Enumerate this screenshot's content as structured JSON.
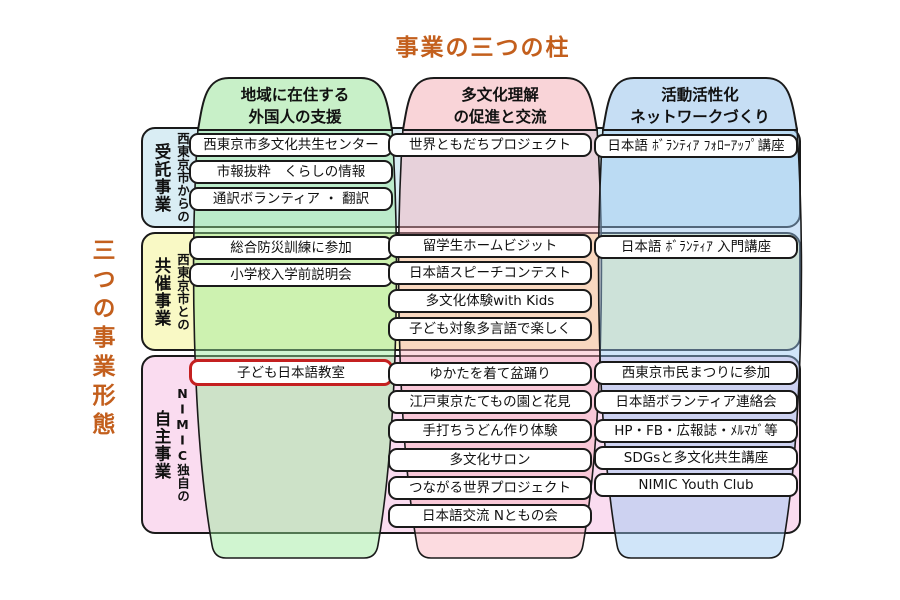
{
  "title": "事業の三つの柱",
  "side_label": "三つの事業形態",
  "colors": {
    "accent_orange": "#c35f1d",
    "highlight_red": "#c42020",
    "row1_band": "#d9edf4",
    "row2_band": "#f9f9c5",
    "row3_band": "#fadcf0",
    "pillar1_header": "#c8f0c8",
    "pillar2_header": "#f9d4d8",
    "pillar3_header": "#c6def4"
  },
  "pillars": [
    {
      "line1": "地域に在住する",
      "line2": "外国人の支援"
    },
    {
      "line1": "多文化理解",
      "line2": "の促進と交流"
    },
    {
      "line1": "活動活性化",
      "line2": "ネットワークづくり"
    }
  ],
  "rows": [
    {
      "label_small": "西東京市からの",
      "label_big": "受託事業",
      "col1": [
        "西東京市多文化共生センター",
        "市報抜粋　くらしの情報",
        "通訳ボランティア ・ 翻訳"
      ],
      "col2": [
        "世界ともだちプロジェクト"
      ],
      "col3": [
        "日本語 ﾎﾞﾗﾝﾃｨｱ ﾌｫﾛｰｱｯﾌﾟ講座"
      ]
    },
    {
      "label_small": "西東京市との",
      "label_big": "共催事業",
      "col1": [
        "総合防災訓練に参加",
        "小学校入学前説明会"
      ],
      "col2": [
        "留学生ホームビジット",
        "日本語スピーチコンテスト",
        "多文化体験with Kids",
        "子ども対象多言語で楽しく"
      ],
      "col3": [
        "日本語 ﾎﾞﾗﾝﾃｨｱ 入門講座"
      ]
    },
    {
      "label_small": "NIMIC独自の",
      "label_big": "自主事業",
      "col1": [
        "子ども日本語教室"
      ],
      "col2": [
        "ゆかたを着て盆踊り",
        "江戸東京たてもの園と花見",
        "手打ちうどん作り体験",
        "多文化サロン",
        "つながる世界プロジェクト",
        "日本語交流 Nともの会"
      ],
      "col3": [
        "西東京市民まつりに参加",
        "日本語ボランティア連絡会",
        "HP・FB・広報誌・ﾒﾙﾏｶﾞ等",
        "SDGsと多文化共生講座",
        "NIMIC Youth Club"
      ]
    }
  ]
}
